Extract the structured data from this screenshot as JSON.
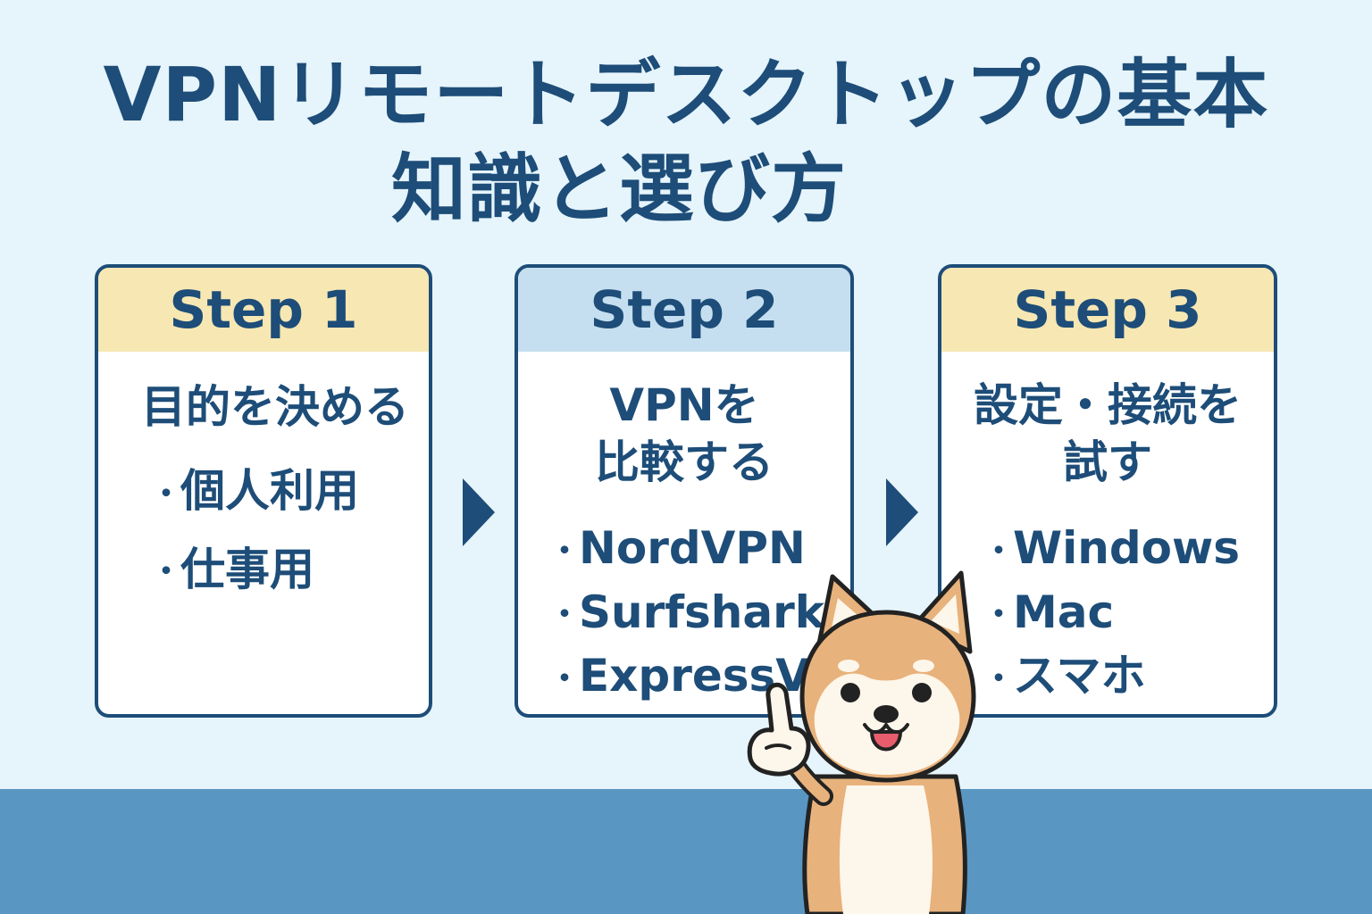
{
  "title": {
    "line1": "VPNリモートデスクトップの基本",
    "line2": "知識と選び方"
  },
  "steps": [
    {
      "label": "Step 1",
      "heading_line1": "目的を決める",
      "heading_line2": "",
      "items": [
        "個人利用",
        "仕事用"
      ]
    },
    {
      "label": "Step 2",
      "heading_line1": "VPNを",
      "heading_line2": "比較する",
      "items": [
        "NordVPN",
        "Surfshark",
        "ExpressVPN"
      ]
    },
    {
      "label": "Step 3",
      "heading_line1": "設定・接続を",
      "heading_line2": "試す",
      "items": [
        "Windows",
        "Mac",
        "スマホ"
      ]
    }
  ],
  "bullet_char": "・",
  "colors": {
    "background": "#e6f4fb",
    "floor": "#5a96c2",
    "text_primary": "#1d4d78",
    "header_yellow": "#f7e7b3",
    "header_blue": "#c5dff0",
    "dog_fur": "#e8b27c",
    "dog_white": "#fdf6ea"
  },
  "icons": [
    "chevron-right-icon",
    "shiba-dog-mascot"
  ]
}
